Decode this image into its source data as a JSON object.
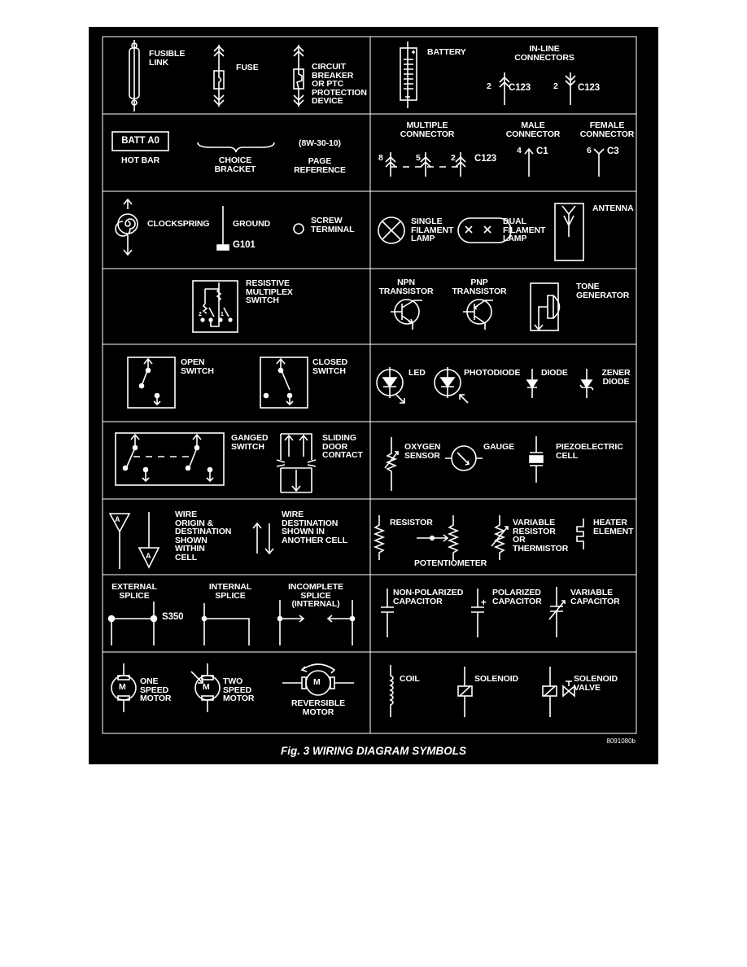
{
  "figure": {
    "caption": "Fig. 3 WIRING DIAGRAM SYMBOLS",
    "code": "8091080b"
  },
  "labels": {
    "fusible_link": "FUSIBLE\nLINK",
    "fuse": "FUSE",
    "circuit_breaker": "CIRCUIT\nBREAKER\nOR PTC\nPROTECTION\nDEVICE",
    "battery": "BATTERY",
    "inline_connectors": "IN-LINE\nCONNECTORS",
    "inline_pin_1": "2",
    "inline_ref_1": "C123",
    "inline_pin_2": "2",
    "inline_ref_2": "C123",
    "batt_a0": "BATT A0",
    "hot_bar": "HOT BAR",
    "choice_bracket": "CHOICE\nBRACKET",
    "page_ref_value": "(8W-30-10)",
    "page_reference": "PAGE\nREFERENCE",
    "multiple_connector": "MULTIPLE\nCONNECTOR",
    "mc_pin_8": "8",
    "mc_pin_5": "5",
    "mc_pin_2": "2",
    "mc_ref": "C123",
    "male_connector": "MALE\nCONNECTOR",
    "male_pin": "4",
    "male_ref": "C1",
    "female_connector": "FEMALE\nCONNECTOR",
    "female_pin": "6",
    "female_ref": "C3",
    "clockspring": "CLOCKSPRING",
    "ground": "GROUND",
    "ground_ref": "G101",
    "screw_terminal": "SCREW\nTERMINAL",
    "single_filament": "SINGLE\nFILAMENT\nLAMP",
    "dual_filament": "DUAL\nFILAMENT\nLAMP",
    "antenna": "ANTENNA",
    "resistive_multiplex": "RESISTIVE\nMULTIPLEX\nSWITCH",
    "rms_pin_2": "2",
    "rms_pin_1": "1",
    "npn": "NPN\nTRANSISTOR",
    "pnp": "PNP\nTRANSISTOR",
    "tone_generator": "TONE\nGENERATOR",
    "open_switch": "OPEN\nSWITCH",
    "closed_switch": "CLOSED\nSWITCH",
    "led": "LED",
    "photodiode": "PHOTODIODE",
    "diode": "DIODE",
    "zener": "ZENER\nDIODE",
    "ganged_switch": "GANGED\nSWITCH",
    "sliding_door": "SLIDING\nDOOR\nCONTACT",
    "oxygen_sensor": "OXYGEN\nSENSOR",
    "gauge": "GAUGE",
    "piezo": "PIEZOELECTRIC\nCELL",
    "wire_origin": "WIRE\nORIGIN &\nDESTINATION\nSHOWN\nWITHIN\nCELL",
    "wire_origin_a1": "A",
    "wire_origin_a2": "A",
    "wire_destination": "WIRE\nDESTINATION\nSHOWN IN\nANOTHER CELL",
    "resistor": "RESISTOR",
    "potentiometer": "POTENTIOMETER",
    "variable_resistor": "VARIABLE\nRESISTOR\nOR\nTHERMISTOR",
    "heater": "HEATER\nELEMENT",
    "external_splice": "EXTERNAL\nSPLICE",
    "splice_ref": "S350",
    "internal_splice": "INTERNAL\nSPLICE",
    "incomplete_splice": "INCOMPLETE\nSPLICE\n(INTERNAL)",
    "non_polarized": "NON-POLARIZED\nCAPACITOR",
    "polarized": "POLARIZED\nCAPACITOR",
    "polarized_plus": "+",
    "variable_cap": "VARIABLE\nCAPACITOR",
    "one_speed": "ONE\nSPEED\nMOTOR",
    "two_speed": "TWO\nSPEED\nMOTOR",
    "reversible": "REVERSIBLE\nMOTOR",
    "motor_m1": "M",
    "motor_m2": "M",
    "motor_m3": "M",
    "coil": "COIL",
    "solenoid": "SOLENOID",
    "solenoid_valve": "SOLENOID\nVALVE"
  }
}
